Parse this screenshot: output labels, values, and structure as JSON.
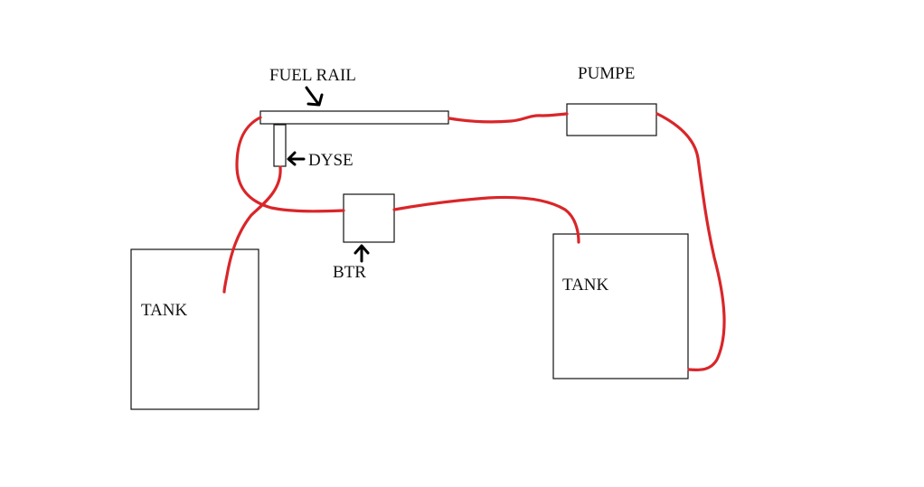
{
  "labels": {
    "fuel_rail": "FUEL RAIL",
    "pumpe": "PUMPE",
    "dyse": "DYSE",
    "btr": "BTR",
    "tank_left": "TANK",
    "tank_right": "TANK"
  },
  "colors": {
    "background": "#ffffff",
    "outline": "#111111",
    "fuel_line": "#d9262a",
    "arrow": "#000000"
  }
}
